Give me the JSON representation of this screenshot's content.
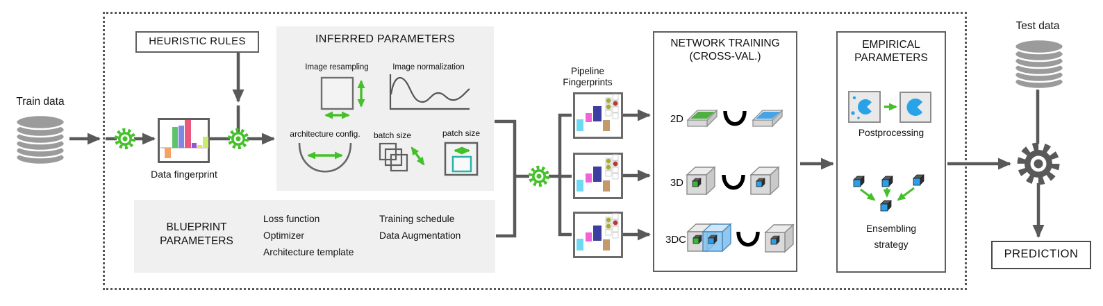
{
  "figure": {
    "train_data": "Train data",
    "test_data": "Test data",
    "prediction": "PREDICTION",
    "heuristic_rules": "HEURISTIC RULES",
    "data_fingerprint": "Data fingerprint",
    "pipeline_fingerprints": {
      "line1": "Pipeline",
      "line2": "Fingerprints"
    }
  },
  "inferred": {
    "title": "INFERRED PARAMETERS",
    "image_resampling": "Image resampling",
    "image_normalization": "Image normalization",
    "architecture_config": "architecture config.",
    "batch_size": "batch size",
    "patch_size": "patch size"
  },
  "blueprint": {
    "title_line1": "BLUEPRINT",
    "title_line2": "PARAMETERS",
    "col1": [
      "Loss function",
      "Optimizer",
      "Architecture template"
    ],
    "col2": [
      "Training schedule",
      "Data Augmentation"
    ]
  },
  "network_training": {
    "title_line1": "NETWORK TRAINING",
    "title_line2": "(CROSS-VAL.)",
    "rows": [
      {
        "label": "2D"
      },
      {
        "label": "3D"
      },
      {
        "label": "3DC"
      }
    ]
  },
  "empirical": {
    "title_line1": "EMPIRICAL",
    "title_line2": "PARAMETERS",
    "postprocessing": "Postprocessing",
    "ensembling": {
      "line1": "Ensembling",
      "line2": "strategy"
    }
  },
  "colors": {
    "accent_green": "#45c02a",
    "flow_gray": "#595959",
    "panel_gray": "#f0f0f0",
    "database_gray": "#9b9b9b",
    "highlight_blue": "#2d9fe8",
    "teal": "#27b3a9"
  }
}
